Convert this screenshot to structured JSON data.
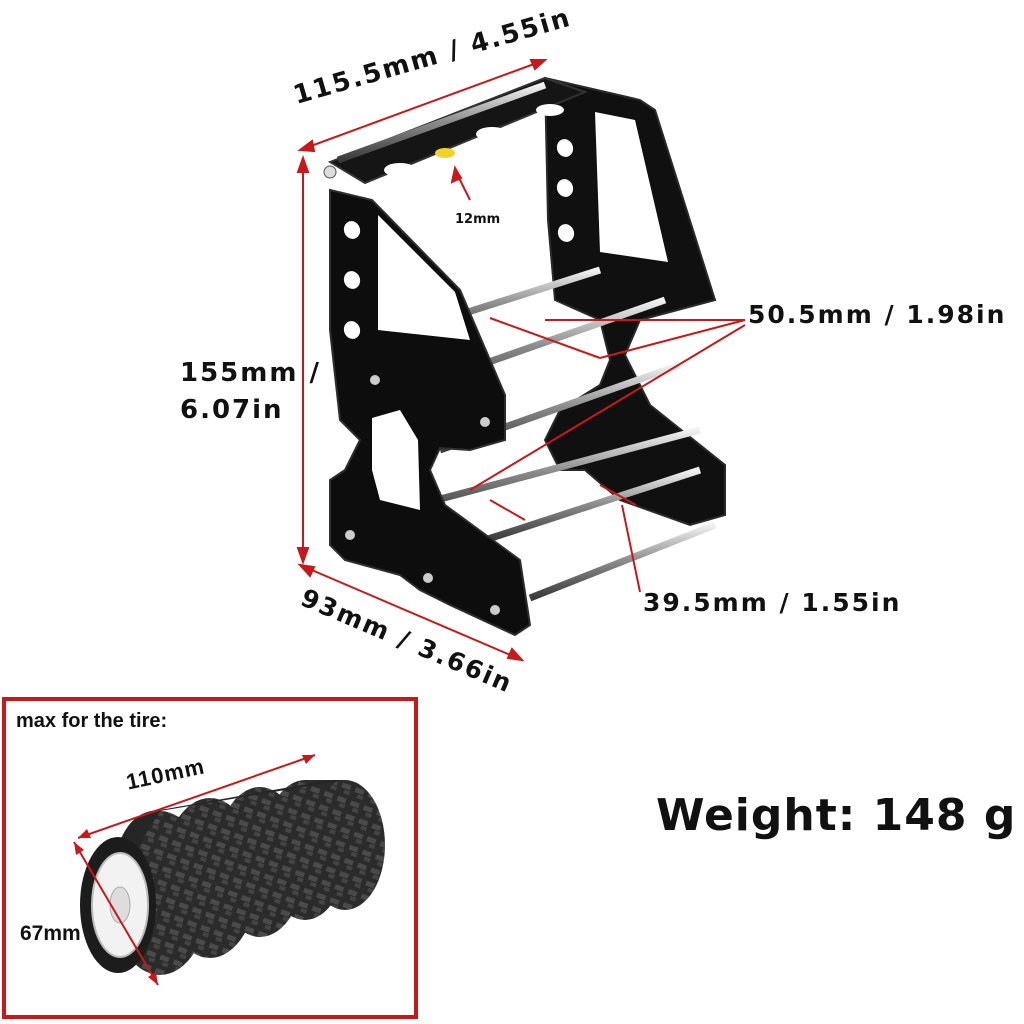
{
  "dimensions": {
    "width": "115.5mm / 4.55in",
    "height_line1": "155mm /",
    "height_line2": "6.07in",
    "upper_spacing": "50.5mm / 1.98in",
    "lower_spacing": "39.5mm / 1.55in",
    "depth": "93mm / 3.66in",
    "hole": "12mm"
  },
  "tire_box": {
    "title": "max for the tire:",
    "width": "110mm",
    "diameter": "67mm"
  },
  "weight": "Weight: 148 g",
  "colors": {
    "accent_red": "#c8191a",
    "frame": "#0d0d0d",
    "rod": "#b8b8b8"
  }
}
